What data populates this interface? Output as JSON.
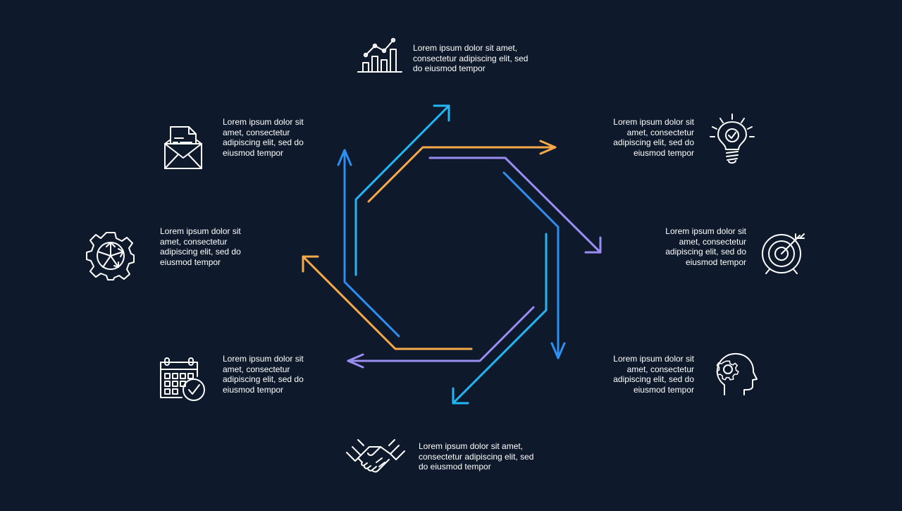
{
  "colors": {
    "background": "#0e1a2b",
    "orange": "#f7a94a",
    "purple": "#9b8cf4",
    "blue": "#2d8ff0",
    "cyan": "#22b6f4",
    "icon": "#ffffff"
  },
  "items": [
    {
      "id": "growth",
      "icon": "bar-chart-growth-icon",
      "text": "Lorem ipsum dolor  sit amet,\nconsectetur adipiscing elit, sed\ndo eiusmod tempor"
    },
    {
      "id": "idea",
      "icon": "lightbulb-check-icon",
      "text": "Lorem ipsum dolor  sit\namet, consectetur\nadipiscing elit, sed do\neiusmod tempor"
    },
    {
      "id": "target",
      "icon": "target-arrow-icon",
      "text": "Lorem ipsum dolor  sit\namet, consectetur\nadipiscing elit, sed do\neiusmod tempor"
    },
    {
      "id": "mind",
      "icon": "head-gear-icon",
      "text": "Lorem ipsum dolor  sit\namet, consectetur\nadipiscing elit, sed do\neiusmod tempor"
    },
    {
      "id": "deal",
      "icon": "handshake-icon",
      "text": "Lorem ipsum dolor  sit amet,\nconsectetur adipiscing elit, sed\ndo eiusmod tempor"
    },
    {
      "id": "schedule",
      "icon": "calendar-check-icon",
      "text": "Lorem ipsum dolor  sit\namet, consectetur\nadipiscing elit, sed do\neiusmod tempor"
    },
    {
      "id": "settings",
      "icon": "gear-icon",
      "text": "Lorem ipsum dolor  sit\namet, consectetur\nadipiscing elit, sed do\neiusmod tempor"
    },
    {
      "id": "mail",
      "icon": "envelope-letter-icon",
      "text": "Lorem ipsum dolor  sit\namet, consectetur\nadipiscing elit, sed do\neiusmod tempor"
    }
  ]
}
